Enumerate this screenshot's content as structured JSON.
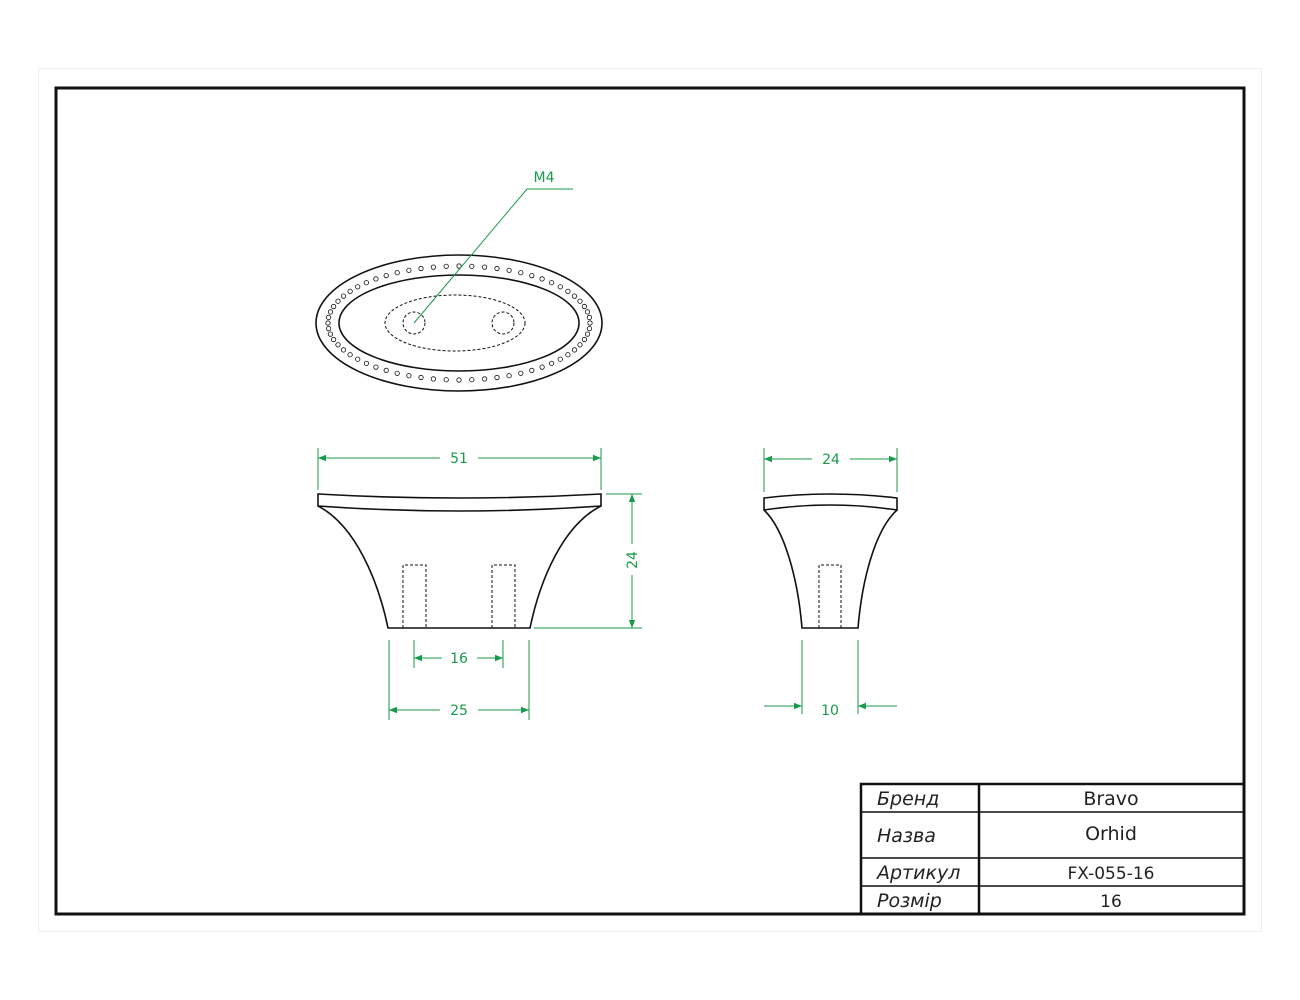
{
  "dimensions": {
    "thread": "M4",
    "top_width": "51",
    "height": "24",
    "side_width": "24",
    "hole_spacing": "16",
    "base_width": "25",
    "side_base_width": "10"
  },
  "title_block": {
    "rows": [
      {
        "label": "Бренд",
        "value": "Bravo"
      },
      {
        "label": "Назва",
        "value": "Orhid"
      },
      {
        "label": "Артикул",
        "value": "FX-055-16"
      },
      {
        "label": "Розмір",
        "value": "16"
      }
    ]
  },
  "colors": {
    "line": "#111111",
    "dimension": "#1a9a4a"
  }
}
